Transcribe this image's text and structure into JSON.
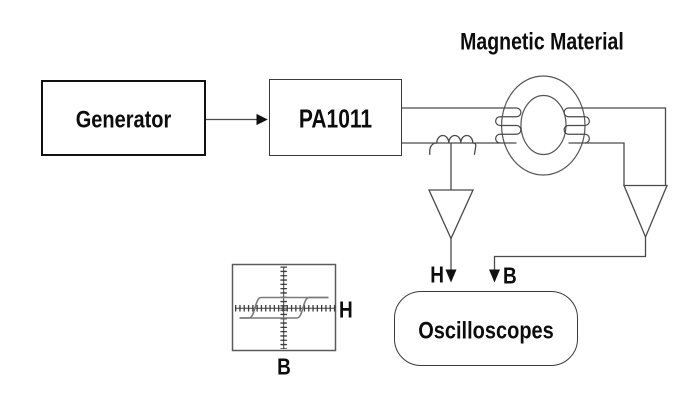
{
  "diagram": {
    "title": "Magnetic Material",
    "generator_label": "Generator",
    "power_amplifier_label": "PA1011",
    "oscilloscope_label": "Oscilloscopes",
    "h_signal_label": "H",
    "b_signal_label": "B",
    "scope_x_axis_label": "H",
    "scope_y_axis_label": "B"
  },
  "colors": {
    "background": "#ffffff",
    "wire": "#4a4a4a",
    "text": "#0d0d0d",
    "arrowhead": "#111111",
    "hysteresis_curve": "#7a7a7a"
  }
}
